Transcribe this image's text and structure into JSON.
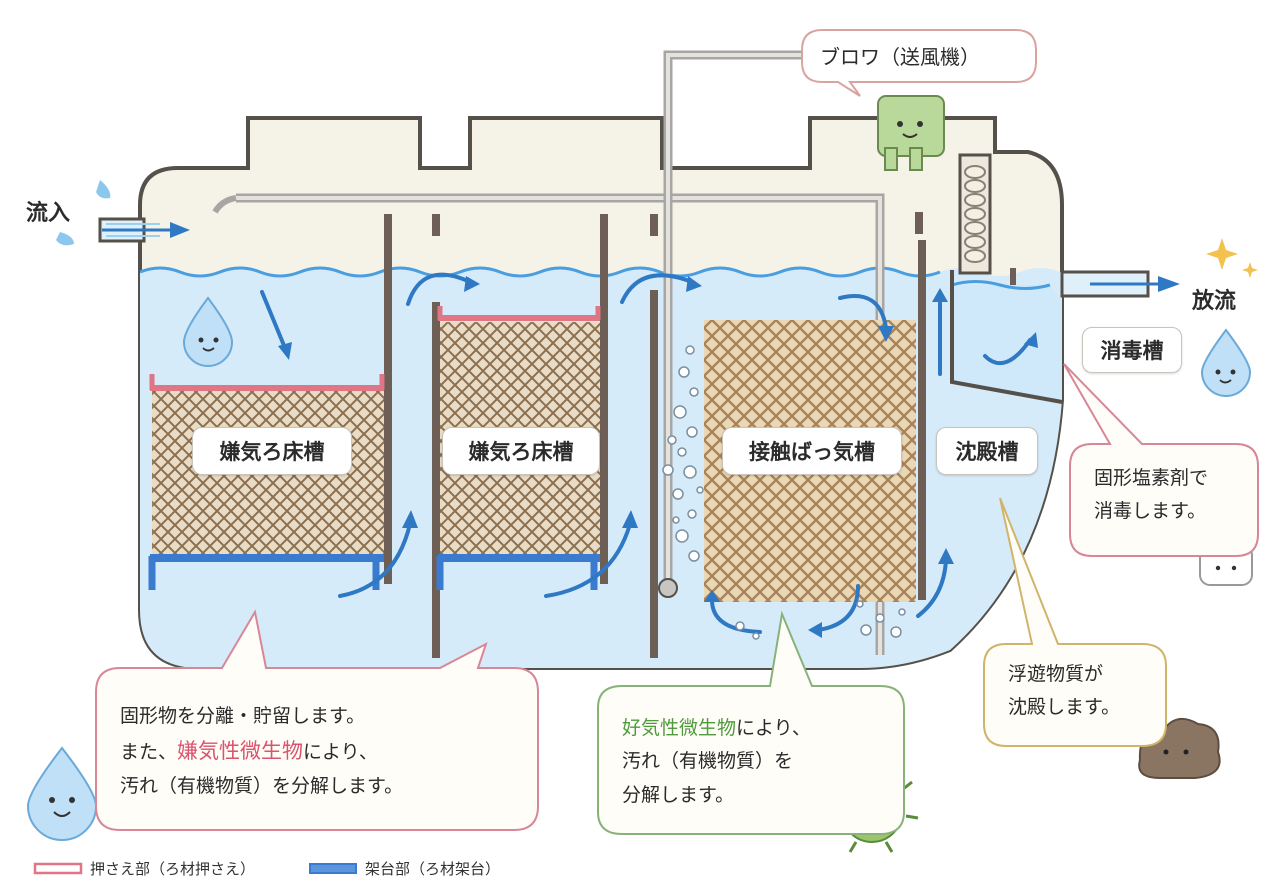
{
  "labels": {
    "inflow": "流入",
    "outflow": "放流",
    "blower": "ブロワ（送風機）",
    "disinfection_tank": "消毒槽",
    "anaerobic_tank_1": "嫌気ろ床槽",
    "anaerobic_tank_2": "嫌気ろ床槽",
    "aeration_tank": "接触ばっ気槽",
    "sedimentation_tank": "沈殿槽"
  },
  "callouts": {
    "anaerobic": {
      "line1": "固形物を分離・貯留します。",
      "line2_prefix": "また、",
      "line2_highlight": "嫌気性微生物",
      "line2_suffix": "により、",
      "line3": "汚れ（有機物質）を分解します。"
    },
    "aerobic": {
      "line1_highlight": "好気性微生物",
      "line1_suffix": "により、",
      "line2": "汚れ（有機物質）を",
      "line3": "分解します。"
    },
    "sediment": {
      "line1": "浮遊物質が",
      "line2": "沈殿します。"
    },
    "chlorine": {
      "line1": "固形塩素剤で",
      "line2": "消毒します。"
    }
  },
  "legend": {
    "press": "押さえ部（ろ材押さえ）",
    "stand": "架台部（ろ材架台）"
  },
  "colors": {
    "press": "#e07585",
    "stand": "#3a7bd0",
    "water": "#d6ebfa",
    "tank_body": "#f5f2e8",
    "outline": "#55504a",
    "arrow": "#2e78c4",
    "highlight_red": "#d9546e",
    "highlight_green": "#4e9a3c"
  }
}
